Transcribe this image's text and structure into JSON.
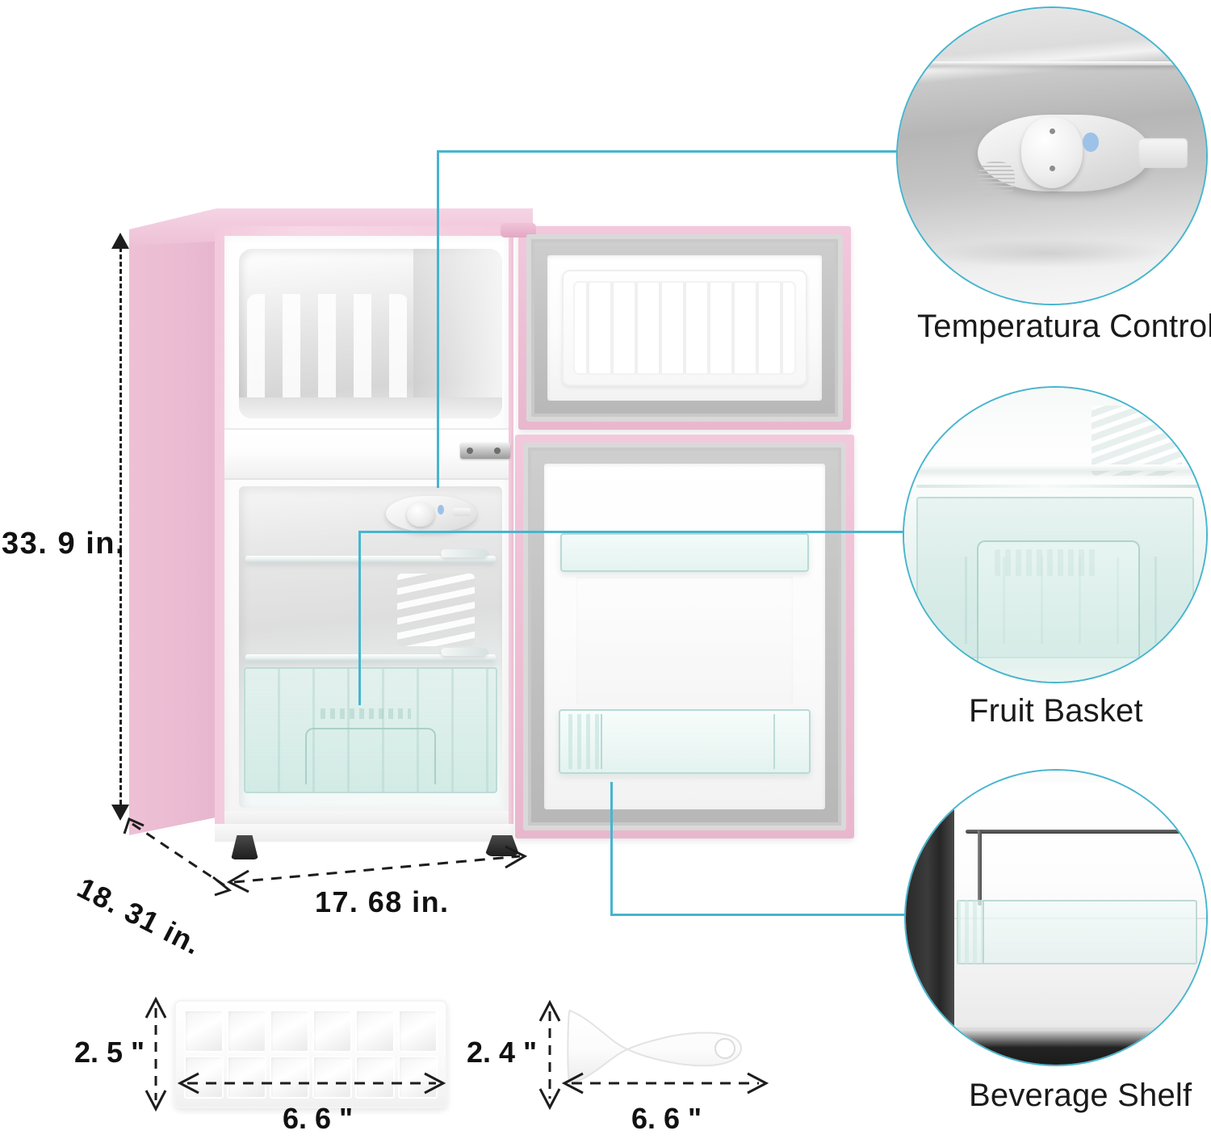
{
  "product": {
    "type": "compact-refrigerator",
    "body_color": "#EEBFD4",
    "accent_color": "#46B5CE"
  },
  "dimensions": {
    "height": "33. 9 in.",
    "depth": "18. 31 in.",
    "width": "17. 68 in."
  },
  "callouts": [
    {
      "id": "temperature-control",
      "label": "Temperatura Control"
    },
    {
      "id": "fruit-basket",
      "label": "Fruit Basket"
    },
    {
      "id": "beverage-shelf",
      "label": "Beverage Shelf"
    }
  ],
  "accessories": [
    {
      "id": "ice-cube-tray",
      "height": "2. 5 \"",
      "width": "6. 6 \"",
      "cells": 12,
      "columns": 6,
      "rows": 2
    },
    {
      "id": "ice-scraper",
      "height": "2. 4 \"",
      "width": "6. 6 \""
    }
  ]
}
